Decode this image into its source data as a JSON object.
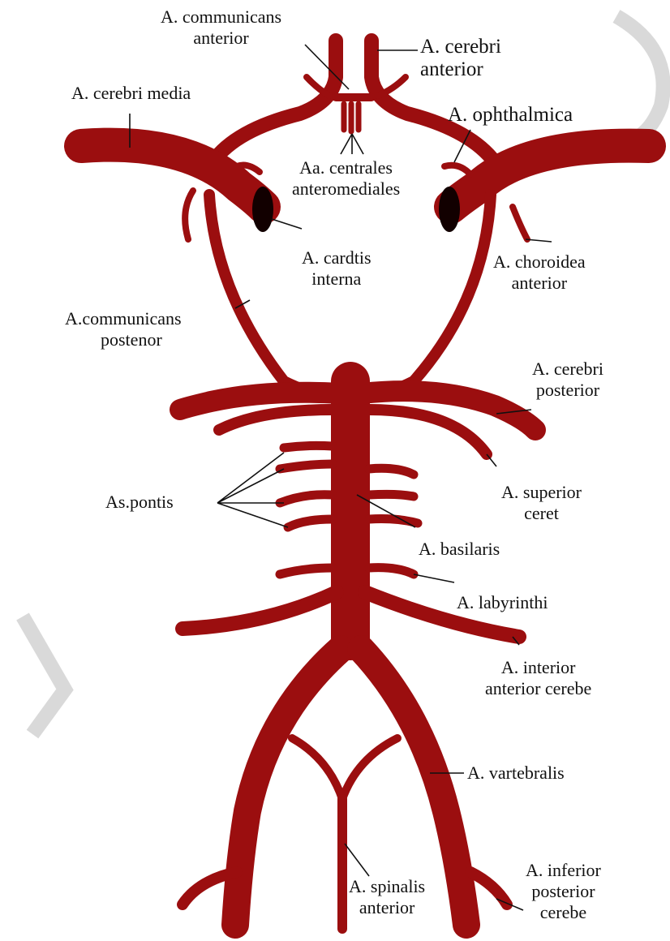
{
  "colors": {
    "artery": "#9b0e0f",
    "artery_outline": "#2a0000",
    "lumen": "#120000",
    "background": "#ffffff",
    "watermark": "#d9d9d9",
    "text": "#111111"
  },
  "labels": {
    "a_communicans_anterior": [
      "A. communicans",
      "anterior"
    ],
    "a_cerebri_anterior": [
      "A. cerebri",
      "anterior"
    ],
    "a_cerebri_media": "A. cerebri media",
    "a_ophthalmica": "A. ophthalmica",
    "aa_centrales": [
      "Aa. centrales",
      "anteromediales"
    ],
    "a_carotis_interna": [
      "A. cardtis",
      "interna"
    ],
    "a_choroidea_anterior": [
      "A. choroidea",
      "anterior"
    ],
    "a_communicans_posterior": [
      "A.communicans",
      "postenor"
    ],
    "a_cerebri_posterior": [
      "A. cerebri",
      "posterior"
    ],
    "as_pontis": "As.pontis",
    "a_superior_cerebellaris": [
      "A. superior",
      "ceret"
    ],
    "a_basilaris": "A. basilaris",
    "a_labyrinthi": "A. labyrinthi",
    "a_inferior_anterior": [
      "A. interior",
      "anterior cerebe"
    ],
    "a_vertebralis": "A. vartebralis",
    "a_spinalis_anterior": [
      "A. spinalis",
      "anterior"
    ],
    "a_inferior_posterior": [
      "A. inferior",
      "posterior",
      "cerebe"
    ]
  }
}
